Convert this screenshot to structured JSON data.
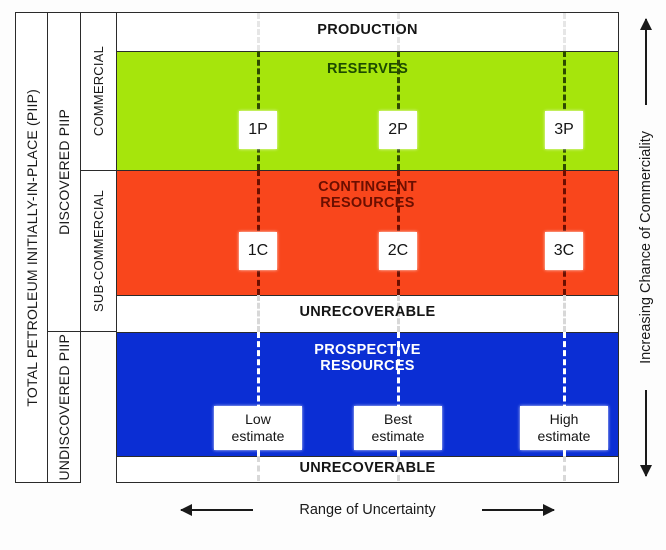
{
  "chart_data": {
    "type": "table",
    "title": "Petroleum Resources Management System (PRMS) Classification Framework",
    "xlabel": "Range of Uncertainty",
    "ylabel": "Increasing Chance of Commerciality",
    "grid": false,
    "legend": "none",
    "axis_left_levels": [
      {
        "label": "TOTAL PETROLEUM INITIALLY-IN-PLACE (PIIP)",
        "depth": 1
      },
      {
        "label": "DISCOVERED PIIP",
        "depth": 2
      },
      {
        "label": "UNDISCOVERED PIIP",
        "depth": 2
      },
      {
        "label": "COMMERCIAL",
        "depth": 3
      },
      {
        "label": "SUB-COMMERCIAL",
        "depth": 3
      }
    ],
    "categories": [
      "Low estimate",
      "Best estimate",
      "High estimate"
    ],
    "rows": [
      {
        "name": "PRODUCTION",
        "fill": "#ffffff",
        "text_color": "#151515",
        "markers": []
      },
      {
        "name": "RESERVES",
        "fill": "#a6e50c",
        "text_color": "#1c4a00",
        "markers": [
          "1P",
          "2P",
          "3P"
        ]
      },
      {
        "name": "CONTINGENT RESOURCES",
        "fill": "#f9461c",
        "text_color": "#6b0f00",
        "markers": [
          "1C",
          "2C",
          "3C"
        ]
      },
      {
        "name": "UNRECOVERABLE",
        "fill": "#ffffff",
        "text_color": "#151515",
        "markers": []
      },
      {
        "name": "PROSPECTIVE RESOURCES",
        "fill": "#0b2ed4",
        "text_color": "#ffffff",
        "markers": [
          "Low estimate",
          "Best estimate",
          "High estimate"
        ]
      },
      {
        "name": "UNRECOVERABLE",
        "fill": "#ffffff",
        "text_color": "#151515",
        "markers": []
      }
    ]
  },
  "axis_left": {
    "total_piip": "TOTAL PETROLEUM INITIALLY-IN-PLACE (PIIP)",
    "discovered": "DISCOVERED PIIP",
    "undiscovered": "UNDISCOVERED PIIP",
    "commercial": "COMMERCIAL",
    "sub_commercial": "SUB-COMMERCIAL"
  },
  "bands": {
    "production": "PRODUCTION",
    "reserves": "RESERVES",
    "contingent_line1": "CONTINGENT",
    "contingent_line2": "RESOURCES",
    "unrecoverable_upper": "UNRECOVERABLE",
    "prospective_line1": "PROSPECTIVE",
    "prospective_line2": "RESOURCES",
    "unrecoverable_lower": "UNRECOVERABLE"
  },
  "markers": {
    "reserves": {
      "low": "1P",
      "best": "2P",
      "high": "3P"
    },
    "contingent": {
      "low": "1C",
      "best": "2C",
      "high": "3C"
    },
    "prospective": {
      "low_line1": "Low",
      "low_line2": "estimate",
      "best_line1": "Best",
      "best_line2": "estimate",
      "high_line1": "High",
      "high_line2": "estimate"
    }
  },
  "axis_bottom": {
    "label": "Range of Uncertainty"
  },
  "axis_right": {
    "label": "Increasing Chance of Commerciality"
  },
  "colors": {
    "reserves_green": "#a6e50c",
    "contingent_orange": "#f9461c",
    "prospective_blue": "#0b2ed4",
    "border": "#2b2b2b",
    "page_background": "#fdfdfd"
  }
}
